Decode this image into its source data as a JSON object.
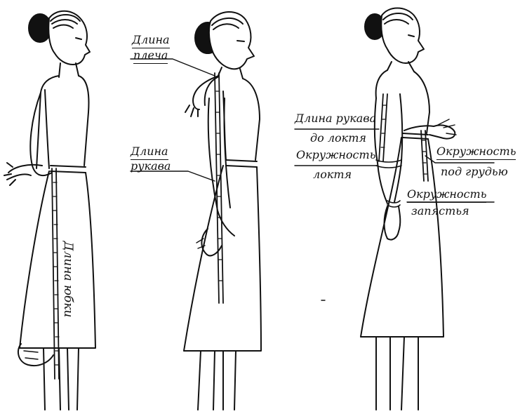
{
  "labels": {
    "skirt_length": "Длина юбки",
    "shoulder_length_1": "Длина",
    "shoulder_length_2": "плеча",
    "sleeve_length_1": "Длина",
    "sleeve_length_2": "рукава",
    "sleeve_to_elbow_1": "Длина рукава",
    "sleeve_to_elbow_2": "до локтя",
    "elbow_circ_1": "Окружность",
    "elbow_circ_2": "локтя",
    "underbust_circ_1": "Окружность",
    "underbust_circ_2": "под грудью",
    "wrist_circ_1": "Окружность",
    "wrist_circ_2": "запястья"
  },
  "colors": {
    "ink": "#111111",
    "paper": "#ffffff"
  }
}
